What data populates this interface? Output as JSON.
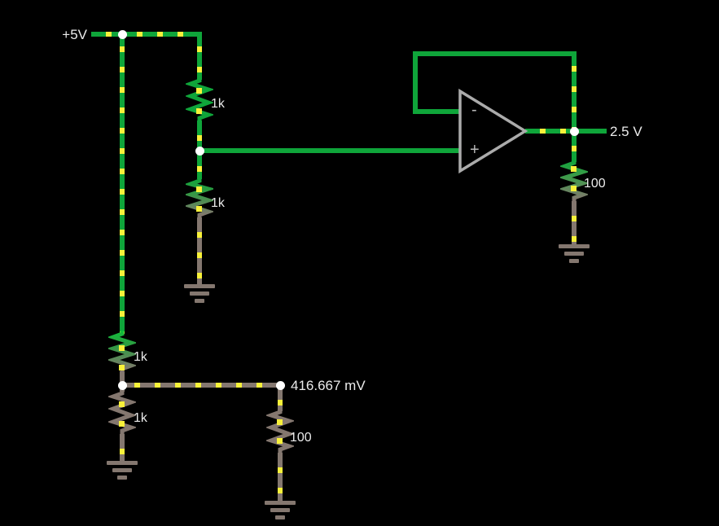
{
  "app": {
    "type": "circuit-simulator-canvas",
    "background": "#000000"
  },
  "colors": {
    "high_voltage_wire_green": "#0FA53A",
    "ground_wire_gray": "#84776F",
    "current_dot_yellow": "#F8F13A",
    "junction_node_white": "#FFFFFF",
    "opamp_outline_gray": "#ABABAB",
    "label_text": "#EBEBEB"
  },
  "readouts": {
    "supply_voltage": "+5V",
    "opamp_output_voltage": "2.5 V",
    "divider_node_voltage": "416.667 mV"
  },
  "opamp": {
    "inverting_input_sign": "-",
    "noninverting_input_sign": "+"
  },
  "resistors": [
    {
      "id": "r1",
      "label": "1k"
    },
    {
      "id": "r2",
      "label": "1k"
    },
    {
      "id": "r3",
      "label": "1k"
    },
    {
      "id": "r4",
      "label": "1k"
    },
    {
      "id": "r5",
      "label": "100"
    },
    {
      "id": "r6",
      "label": "100"
    }
  ]
}
